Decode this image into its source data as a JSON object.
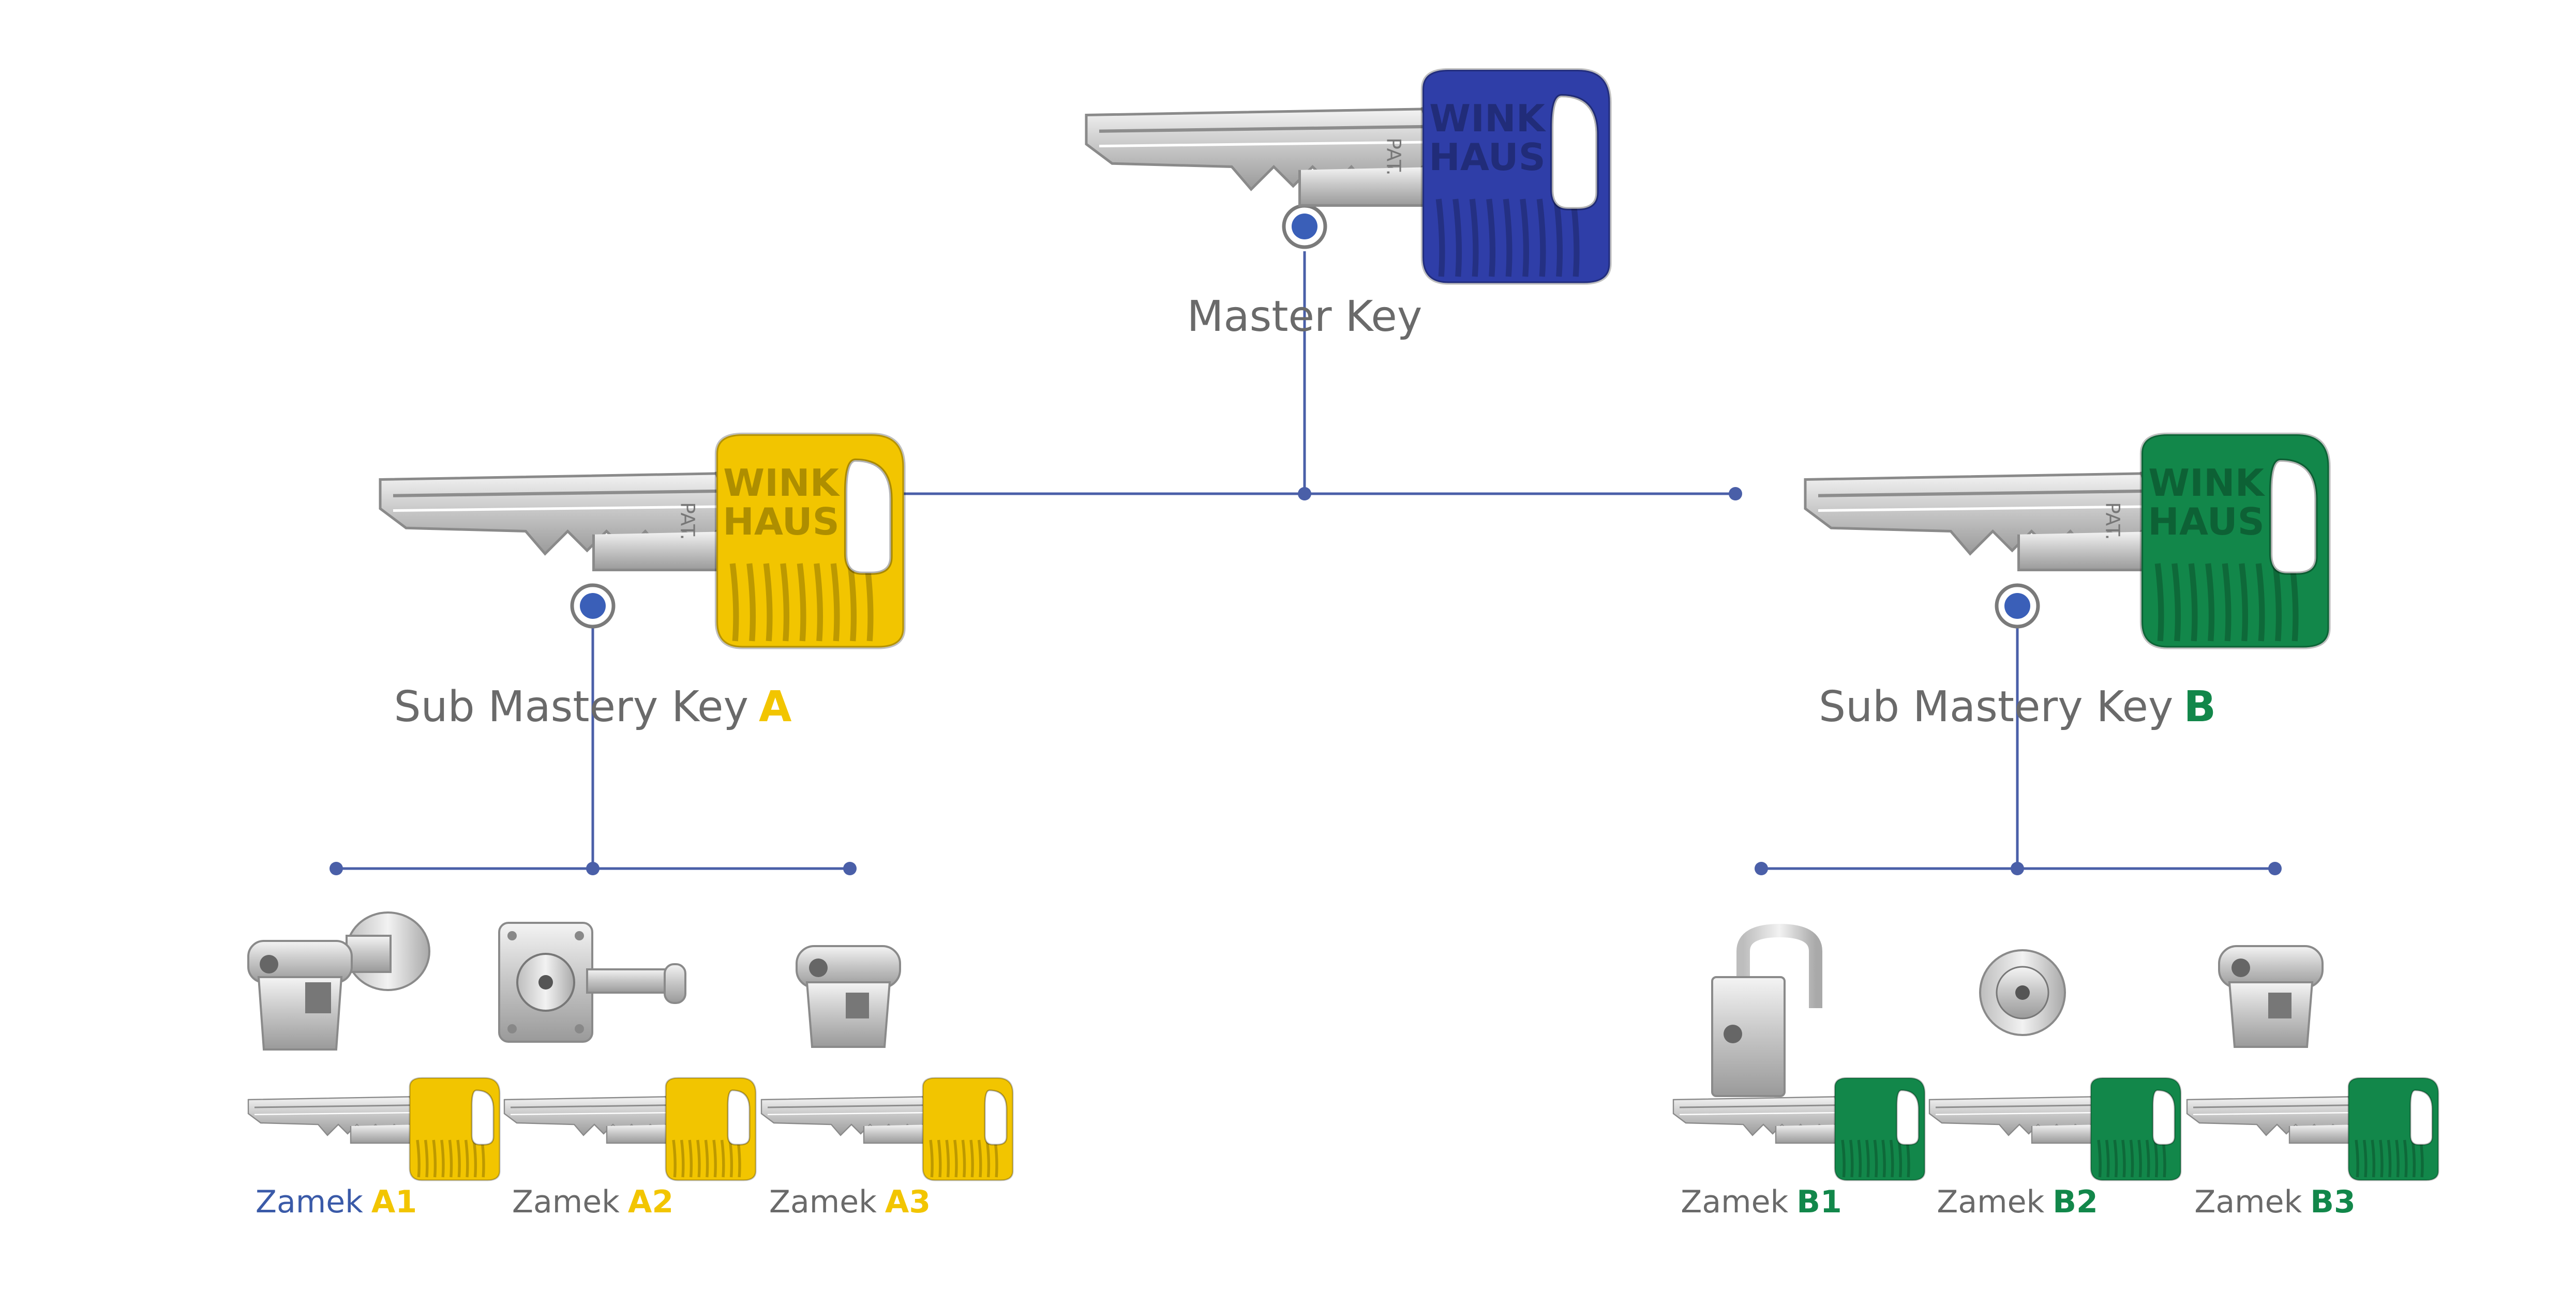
{
  "colors": {
    "master": "#2f3ea8",
    "sub_a": "#f2c500",
    "sub_b": "#12874a",
    "line": "#4a5fa8",
    "text": "#6a6a6a",
    "zamek_a1_text": "#3a5aa8"
  },
  "key_brand": {
    "line1": "WINK",
    "line2": "HAUS",
    "stamp": "PAT."
  },
  "master": {
    "label": "Master Key"
  },
  "sub_a": {
    "label": "Sub Mastery Key",
    "letter": "A"
  },
  "sub_b": {
    "label": "Sub Mastery Key",
    "letter": "B"
  },
  "locks": {
    "a1": {
      "word": "Zamek",
      "code": "A1",
      "icon": "knob-cylinder-icon"
    },
    "a2": {
      "word": "Zamek",
      "code": "A2",
      "icon": "cam-lock-icon"
    },
    "a3": {
      "word": "Zamek",
      "code": "A3",
      "icon": "euro-cylinder-icon"
    },
    "b1": {
      "word": "Zamek",
      "code": "B1",
      "icon": "padlock-icon"
    },
    "b2": {
      "word": "Zamek",
      "code": "B2",
      "icon": "round-cylinder-icon"
    },
    "b3": {
      "word": "Zamek",
      "code": "B3",
      "icon": "euro-cylinder-icon"
    }
  }
}
